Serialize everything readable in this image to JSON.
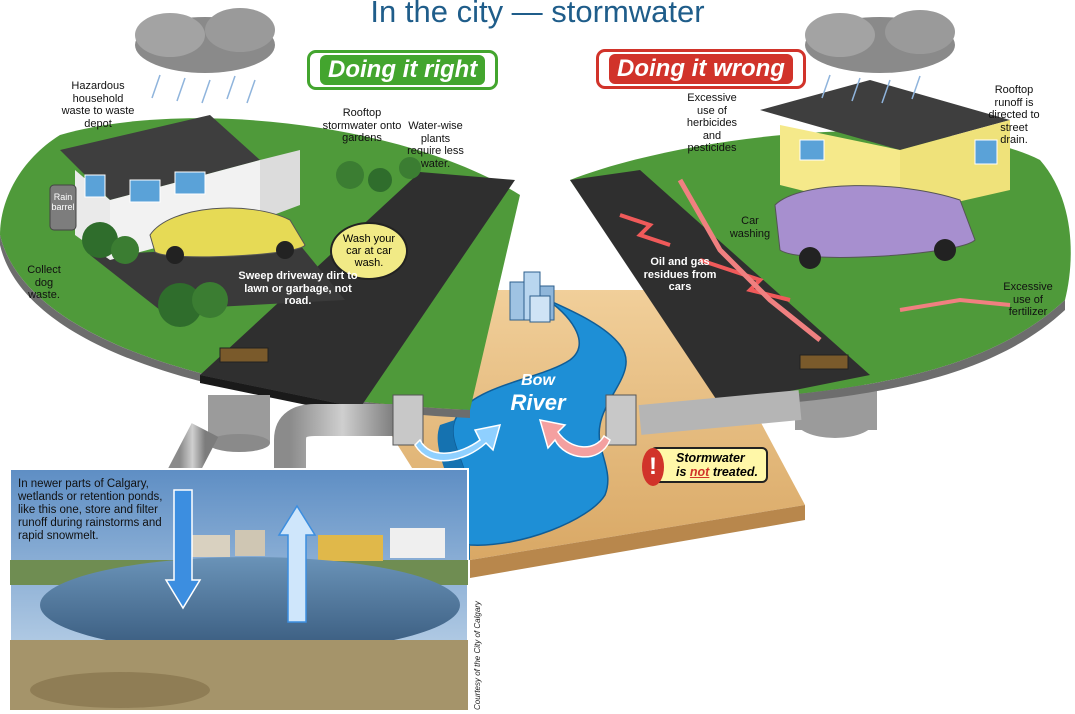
{
  "title": "In the city — stormwater",
  "left": {
    "badge": "Doing it right",
    "labels": {
      "hazardous": "Hazardous household waste to waste depot",
      "rooftop": "Rooftop stormwater onto gardens",
      "waterwise": "Water-wise plants require less water.",
      "rain_barrel": "Rain barrel",
      "collect_dog": "Collect dog waste.",
      "wash_car": "Wash your car at car wash.",
      "sweep": "Sweep driveway dirt to lawn or garbage, not road."
    }
  },
  "right": {
    "badge": "Doing it wrong",
    "labels": {
      "herbicides": "Excessive use of herbicides and pesticides",
      "rooftop_runoff": "Rooftop runoff is directed to street drain.",
      "car_washing": "Car washing",
      "oil_gas": "Oil and gas residues from cars",
      "fertilizer": "Excessive use of fertilizer"
    }
  },
  "river": {
    "line1": "Bow",
    "line2": "River"
  },
  "warning": {
    "prefix": "Stormwater",
    "mid": "is ",
    "not": "not",
    "suffix": " treated."
  },
  "photo": {
    "caption": "In newer parts of Calgary, wetlands or retention ponds, like this one, store and filter runoff during rainstorms and rapid snowmelt.",
    "credit": "Courtesy of the City of Calgary"
  },
  "colors": {
    "grass": "#4f9a3a",
    "asphalt": "#2f2f2f",
    "water": "#1e8fd6",
    "right_badge": "#43a52e",
    "wrong_badge": "#d1332a",
    "title": "#1f5d8a"
  }
}
